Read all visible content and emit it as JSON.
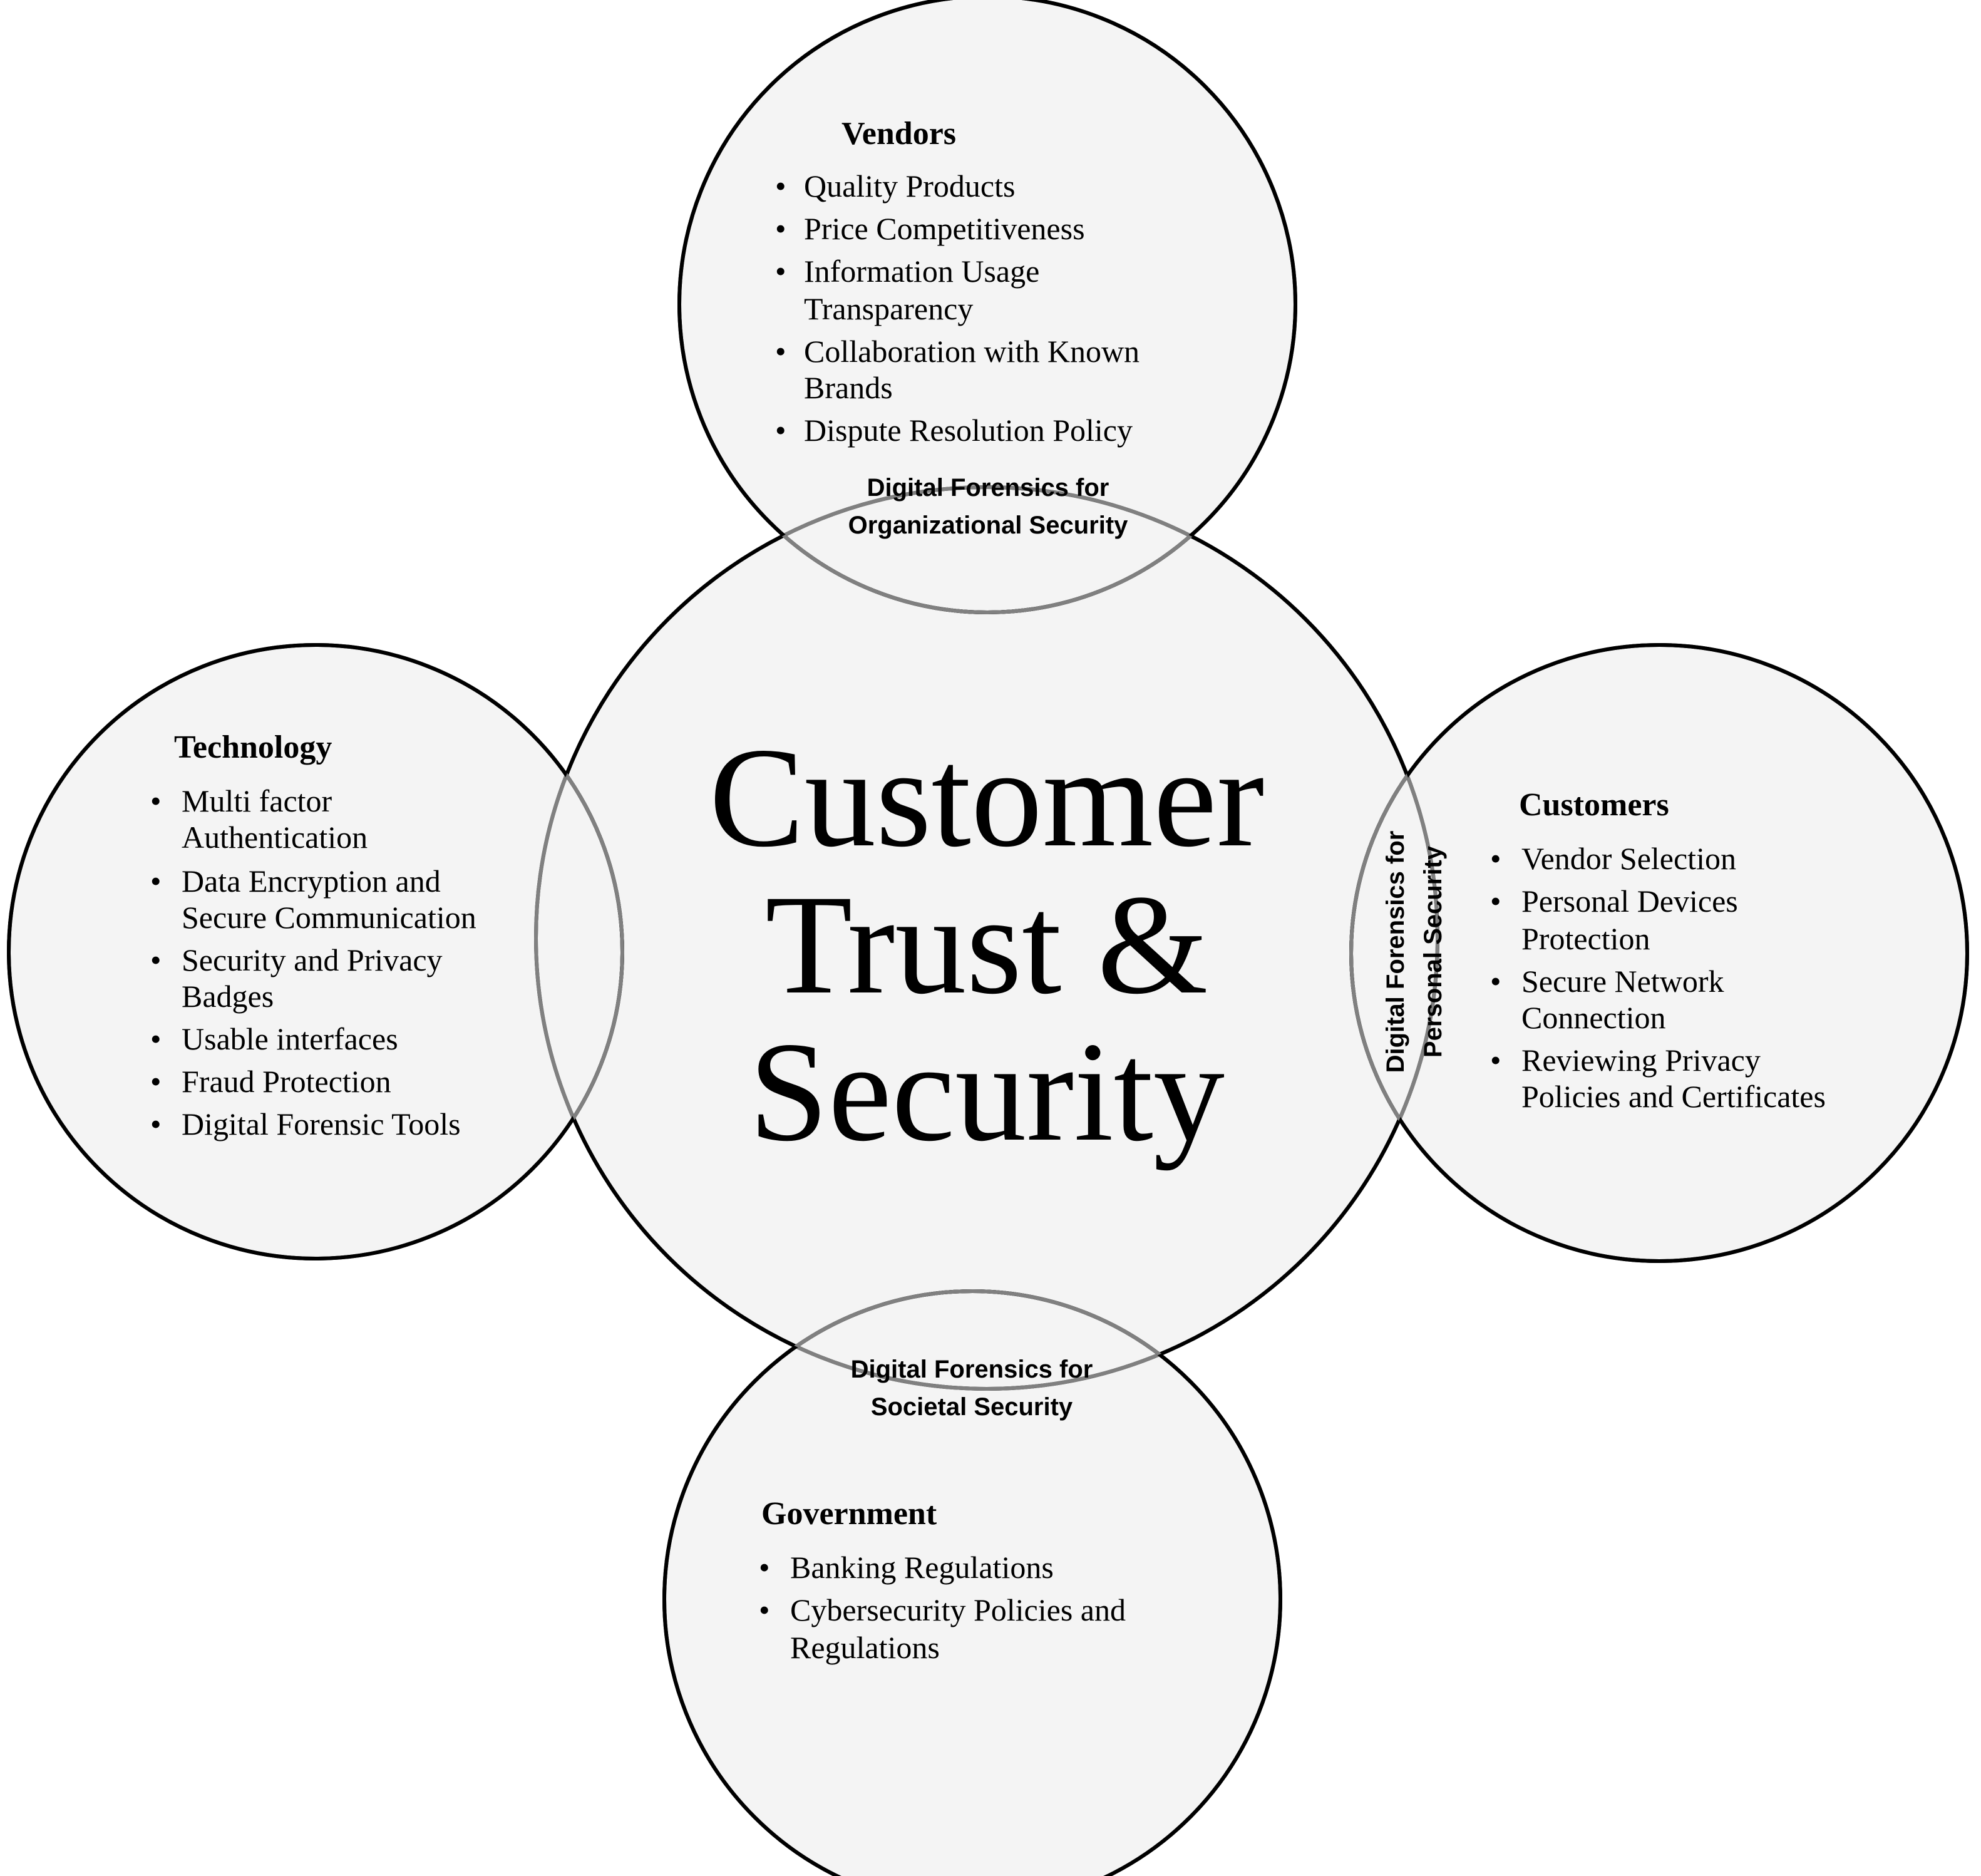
{
  "center": {
    "lines": [
      "Customer",
      "Trust &",
      "Security"
    ]
  },
  "vendors": {
    "title": "Vendors",
    "items": [
      "Quality Products",
      "Price Competitiveness",
      "Information Usage",
      "Transparency",
      "Collaboration with Known",
      "Brands",
      "Dispute Resolution Policy"
    ]
  },
  "technology": {
    "title": "Technology",
    "items": [
      "Multi factor",
      "Authentication",
      "Data Encryption and",
      "Secure Communication",
      "Security and Privacy",
      "Badges",
      "Usable interfaces",
      "Fraud Protection",
      "Digital Forensic Tools"
    ]
  },
  "customers": {
    "title": "Customers",
    "items": [
      "Vendor Selection",
      "Personal Devices",
      "Protection",
      "Secure Network",
      "Connection",
      "Reviewing Privacy",
      "Policies and Certificates"
    ]
  },
  "government": {
    "title": "Government",
    "items": [
      "Banking Regulations",
      "Cybersecurity Policies and",
      "Regulations"
    ]
  },
  "overlaps": {
    "organizational": [
      "Digital Forensics for",
      "Organizational Security"
    ],
    "personal": [
      "Digital Forensics for",
      "Personal Security"
    ],
    "societal": [
      "Digital Forensics for",
      "Societal Security"
    ]
  },
  "bullet": "•"
}
